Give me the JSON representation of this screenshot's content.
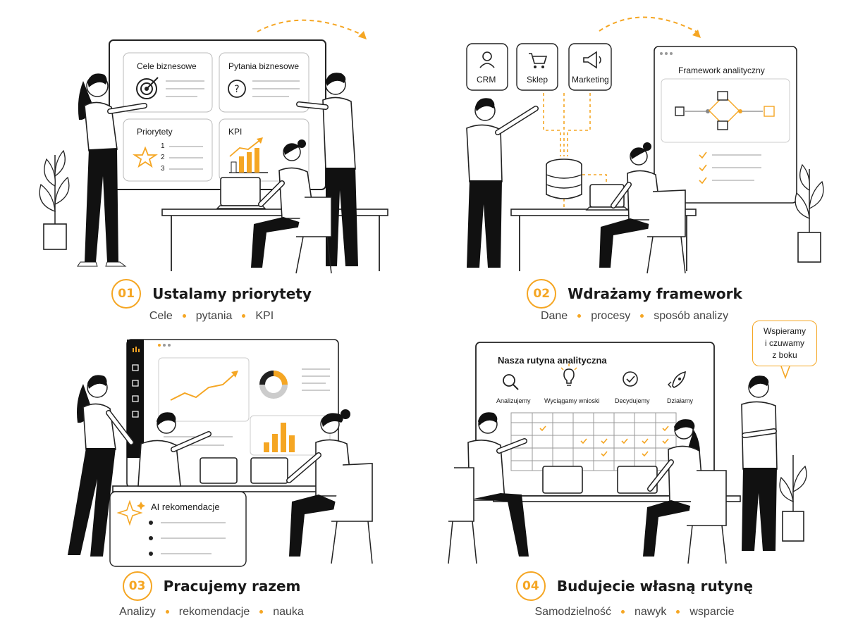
{
  "steps": [
    {
      "number": "01",
      "title": "Ustalamy priorytety",
      "tags": [
        "Cele",
        "pytania",
        "KPI"
      ],
      "board": {
        "cards": [
          {
            "label": "Cele biznesowe"
          },
          {
            "label": "Pytania biznesowe"
          },
          {
            "label": "Priorytety",
            "items": [
              "1",
              "2",
              "3"
            ]
          },
          {
            "label": "KPI"
          }
        ]
      }
    },
    {
      "number": "02",
      "title": "Wdrażamy framework",
      "tags": [
        "Dane",
        "procesy",
        "sposób analizy"
      ],
      "sources": [
        "CRM",
        "Sklep",
        "Marketing"
      ],
      "framework_label": "Framework analityczny"
    },
    {
      "number": "03",
      "title": "Pracujemy razem",
      "tags": [
        "Analizy",
        "rekomendacje",
        "nauka"
      ],
      "ai_panel_label": "AI rekomendacje"
    },
    {
      "number": "04",
      "title": "Budujecie własną rutynę",
      "tags": [
        "Samodzielność",
        "nawyk",
        "wsparcie"
      ],
      "routine": {
        "title": "Nasza rutyna analityczna",
        "stages": [
          "Analizujemy",
          "Wyciągamy wnioski",
          "Decydujemy",
          "Działamy"
        ]
      },
      "speech_bubble": "Wspieramy\ni czuwamy\nz boku"
    }
  ],
  "colors": {
    "accent": "#f5a623",
    "ink": "#1a1a1a",
    "muted": "#444444"
  }
}
